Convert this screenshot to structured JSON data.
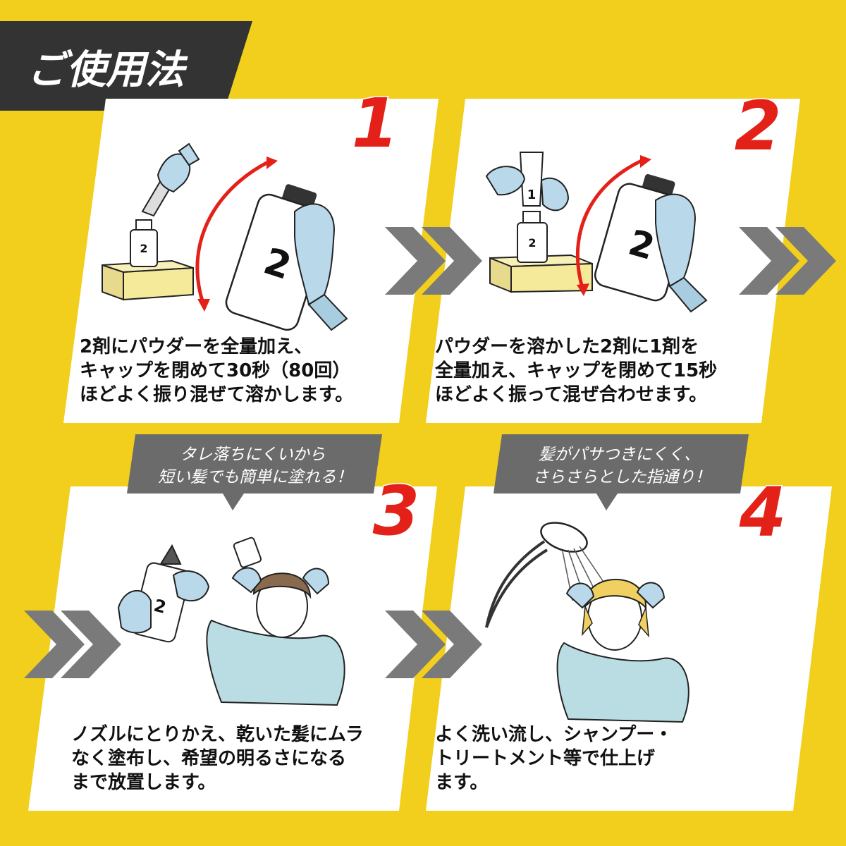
{
  "title": "ご使用法",
  "colors": {
    "background": "#F2CF1D",
    "title_box": "#333333",
    "panel": "#FFFFFF",
    "step_number": "#E32119",
    "chevron": "#7A7A7A",
    "bubble": "#6B6B6B",
    "glove": "#B9D9EA",
    "sponge": "#F5EA9A",
    "hair_brown": "#8A6A4E",
    "hair_blonde": "#F0D060",
    "towel": "#B9DDE2"
  },
  "steps": [
    {
      "number": "1",
      "bottle_label": "2",
      "lines": [
        "2剤にパウダーを全量加え、",
        "キャップを閉めて30秒（80回）",
        "ほどよく振り混ぜて溶かします。"
      ]
    },
    {
      "number": "2",
      "bottle_label": "2",
      "tube_label": "1",
      "lines": [
        "パウダーを溶かした2剤に1剤を",
        "全量加え、キャップを閉めて15秒",
        "ほどよく振って混ぜ合わせます。"
      ]
    },
    {
      "number": "3",
      "bottle_label": "2",
      "bubble": [
        "タレ落ちにくいから",
        "短い髪でも簡単に塗れる！"
      ],
      "lines": [
        "ノズルにとりかえ、乾いた髪にムラ",
        "なく塗布し、希望の明るさになる",
        "まで放置します。"
      ]
    },
    {
      "number": "4",
      "bubble": [
        "髪がパサつきにくく、",
        "さらさらとした指通り！"
      ],
      "lines": [
        "よく洗い流し、シャンプー・",
        "トリートメント等で仕上げ",
        "ます。"
      ]
    }
  ]
}
